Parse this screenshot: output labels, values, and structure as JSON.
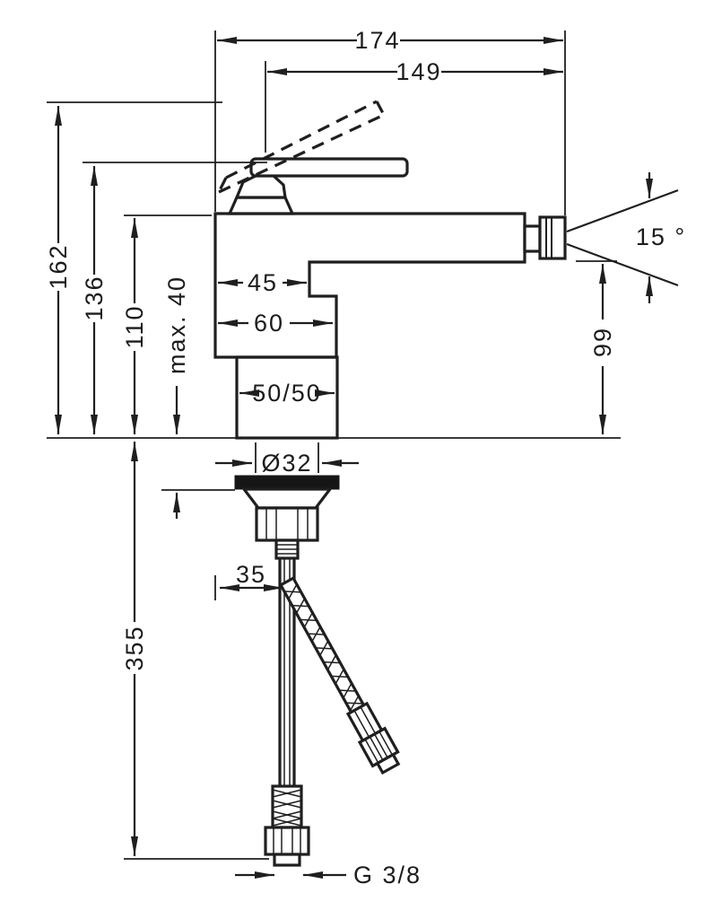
{
  "drawing": {
    "dimensions": {
      "total_width": "174",
      "spout_width": "149",
      "total_height": "162",
      "handle_height": "136",
      "body_height": "110",
      "max_mounting_thickness": "max. 40",
      "step_depth_upper": "45",
      "step_depth_lower": "60",
      "base_plate": "50/50",
      "mounting_hole": "Ø32",
      "outlet_height": "99",
      "spray_angle": "15 °",
      "hose_length": "355",
      "hose_offset": "35",
      "connection_thread": "G 3/8"
    }
  }
}
